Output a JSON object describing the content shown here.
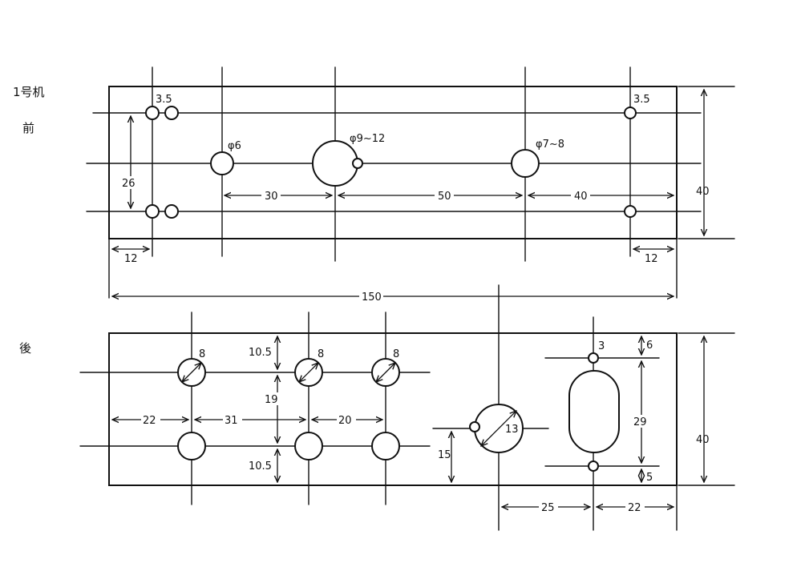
{
  "front_panel": {
    "label": "1号机",
    "sublabel": "前",
    "hole_labels": {
      "mount_left": "3.5",
      "mount_right": "3.5",
      "small_hole": "φ6",
      "big_hole": "φ9~12",
      "mid_hole": "φ7~8"
    },
    "dimensions": {
      "spacing_30": "30",
      "spacing_50": "50",
      "spacing_40": "40",
      "vertical_26": "26",
      "height_40": "40",
      "margin_left_12": "12",
      "margin_right_12": "12",
      "width_150": "150"
    }
  },
  "back_panel": {
    "label": "後",
    "hole_labels": {
      "hole_8_a": "8",
      "hole_8_b": "8",
      "hole_8_c": "8",
      "hole_13": "13",
      "hole_3": "3"
    },
    "dimensions": {
      "top_10_5": "10.5",
      "mid_19": "19",
      "bottom_10_5": "10.5",
      "h_22": "22",
      "h_31": "31",
      "h_20": "20",
      "v_15": "15",
      "v_6": "6",
      "v_29": "29",
      "v_5": "5",
      "h_25": "25",
      "h_22_right": "22",
      "height_40": "40"
    }
  }
}
